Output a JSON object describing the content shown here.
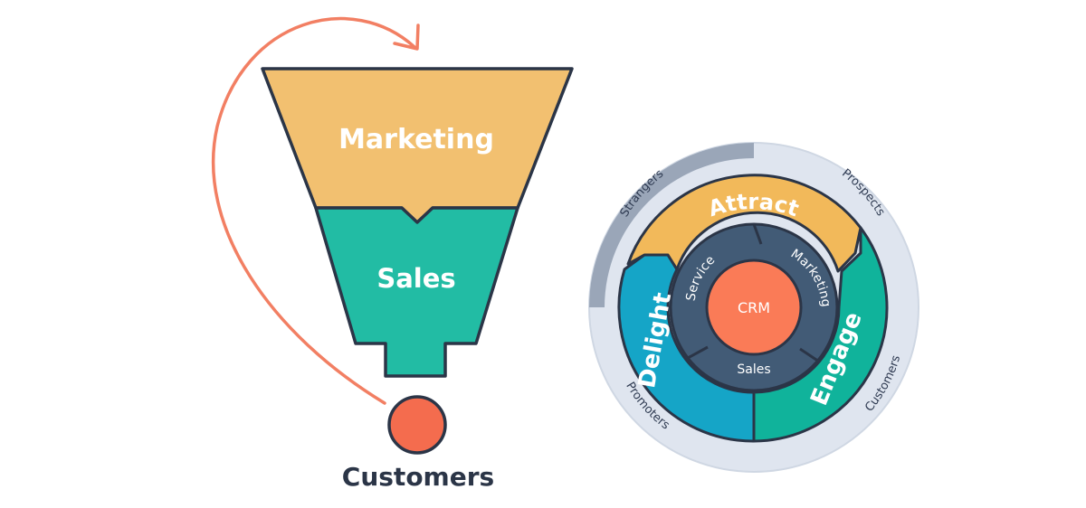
{
  "funnel": {
    "top_label": "Marketing",
    "middle_label": "Sales",
    "bottom_label": "Customers"
  },
  "flywheel": {
    "outer_labels": {
      "strangers": "Strangers",
      "prospects": "Prospects",
      "customers": "Customers",
      "promoters": "Promoters"
    },
    "segments": {
      "attract": "Attract",
      "engage": "Engage",
      "delight": "Delight"
    },
    "inner_labels": {
      "service": "Service",
      "marketing": "Marketing",
      "sales": "Sales"
    },
    "center": "CRM"
  },
  "colors": {
    "marketing": "#f2c070",
    "sales_teal": "#22bca4",
    "outline": "#2b3547",
    "customer_dot": "#f46c4e",
    "arrow": "#f27f63",
    "outer_ring": "#dfe5ef",
    "outer_ring_shade": "#9aa6b8",
    "attract": "#f2b95a",
    "engage": "#10b39b",
    "delight": "#15a5c7",
    "inner_ring": "#425b76",
    "crm": "#fa7b57"
  }
}
